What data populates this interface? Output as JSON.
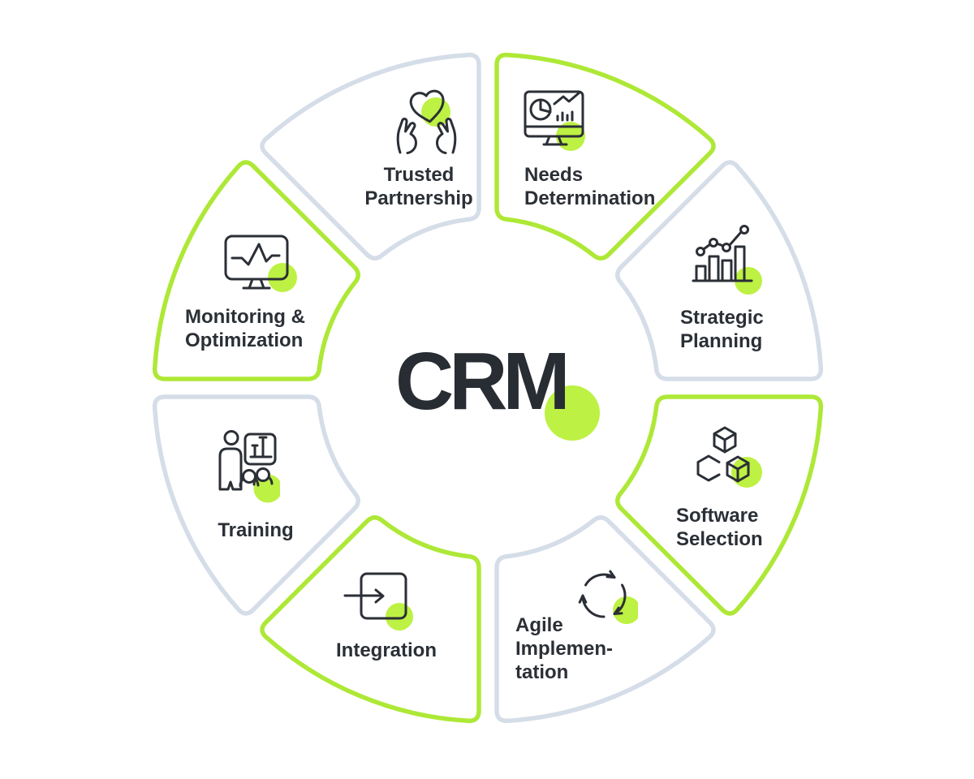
{
  "center": {
    "label": "CRM"
  },
  "colors": {
    "green_stroke": "#aee837",
    "green_fill": "#bdf143",
    "gray_stroke": "#d5dde8",
    "dark_text": "#2b2f36",
    "background": "#ffffff"
  },
  "segments": [
    {
      "id": "needs-determination",
      "label": "Needs\nDetermination",
      "accent": "green",
      "icon": "monitor-analytics-icon"
    },
    {
      "id": "strategic-planning",
      "label": "Strategic\nPlanning",
      "accent": "gray",
      "icon": "growth-chart-icon"
    },
    {
      "id": "software-selection",
      "label": "Software\nSelection",
      "accent": "green",
      "icon": "modules-cubes-icon"
    },
    {
      "id": "agile-implementation",
      "label": "Agile\nImplemen-\ntation",
      "accent": "gray",
      "icon": "cycle-arrows-icon"
    },
    {
      "id": "integration",
      "label": "Integration",
      "accent": "green",
      "icon": "import-box-icon"
    },
    {
      "id": "training",
      "label": "Training",
      "accent": "gray",
      "icon": "presenter-audience-icon"
    },
    {
      "id": "monitoring-optimization",
      "label": "Monitoring &\nOptimization",
      "accent": "green",
      "icon": "monitor-pulse-icon"
    },
    {
      "id": "trusted-partnership",
      "label": "Trusted\nPartnership",
      "accent": "gray",
      "icon": "hands-holding-heart-icon"
    }
  ]
}
